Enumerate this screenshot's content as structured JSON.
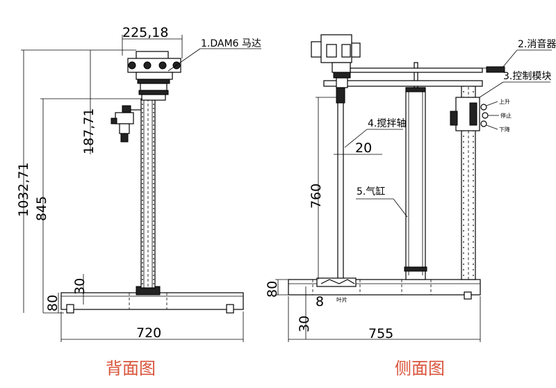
{
  "back_view": {
    "dim_top_width": "225,18",
    "dim_total_height": "1032,71",
    "dim_column_height": "845",
    "dim_motor_height": "187,71",
    "dim_base_offset": "30",
    "dim_base_height": "80",
    "dim_base_width": "720",
    "label_motor": "1.DAM6 马达",
    "caption": "背面图"
  },
  "side_view": {
    "label_muffler": "2.消音器",
    "label_control": "3.控制模块",
    "label_shaft": "4.搅拌轴",
    "label_cylinder": "5.气缸",
    "dim_shaft_dia": "20",
    "dim_height": "760",
    "dim_base_height": "80",
    "dim_base_offset": "30",
    "dim_base_mark": "8",
    "dim_base_width": "755",
    "base_note": "叶片",
    "control_up": "上升",
    "control_stop": "停止",
    "control_down": "下降",
    "caption": "侧面图"
  }
}
